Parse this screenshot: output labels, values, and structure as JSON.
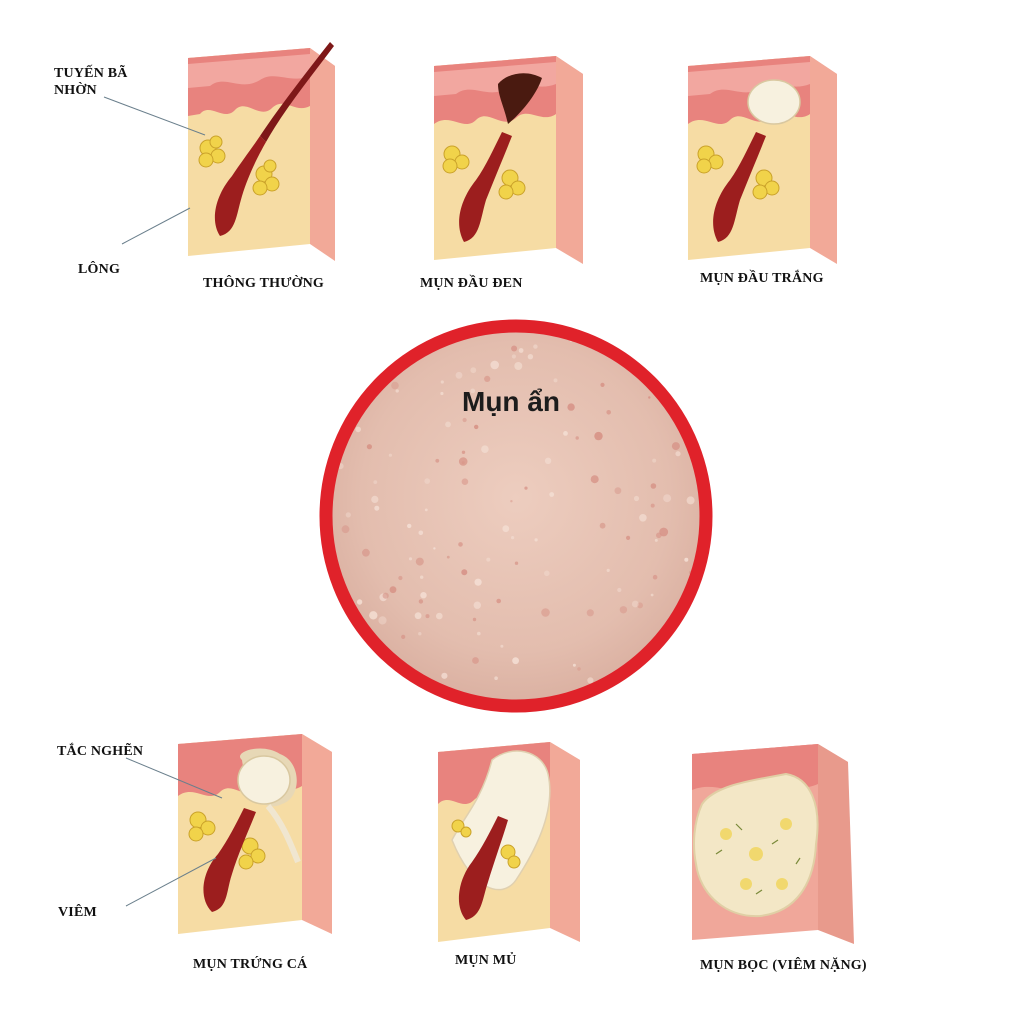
{
  "labels": {
    "sebaceous_gland": "TUYẾN BÃ\nNHỜN",
    "hair": "LÔNG",
    "normal": "THÔNG THƯỜNG",
    "blackhead": "MỤN ĐẦU ĐEN",
    "whitehead": "MỤN ĐẦU TRẮNG",
    "center": "Mụn ẩn",
    "blockage": "TẮC NGHẼN",
    "inflammation": "VIÊM",
    "papule": "MỤN TRỨNG CÁ",
    "pustule": "MỤN MỦ",
    "cyst": "MỤN BỌC (VIÊM NẶNG)"
  },
  "colors": {
    "ring": "#e0222a",
    "skin_tissue": "#f6dca4",
    "epidermis": "#e8837e",
    "dermis_side": "#f0a79a",
    "gland": "#f1d34a",
    "follicle": "#9c1e1e",
    "pus": "#f7f1df"
  }
}
